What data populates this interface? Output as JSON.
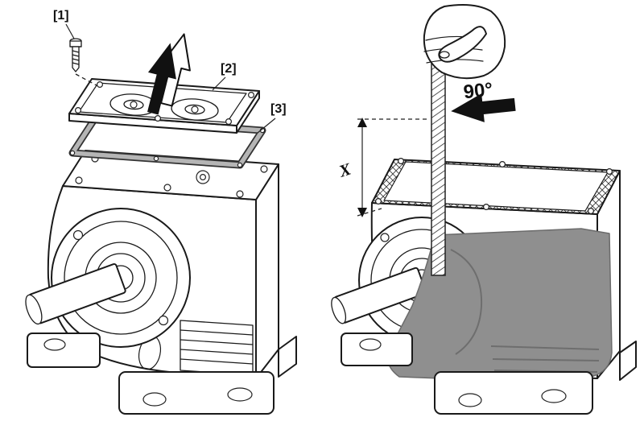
{
  "diagram": {
    "figures": {
      "left": {
        "callouts": [
          {
            "label": "[1]"
          },
          {
            "label": "[2]"
          },
          {
            "label": "[3]"
          }
        ]
      },
      "right": {
        "angle_label": "90°",
        "dimension_label": "X"
      }
    },
    "colors": {
      "line": "#1a1a1a",
      "oil_fill": "#8f8f8f",
      "oil_detail": "#6e6e6e",
      "gasket": "#b5b5b5",
      "arrow": "#111111",
      "background": "#ffffff"
    }
  }
}
